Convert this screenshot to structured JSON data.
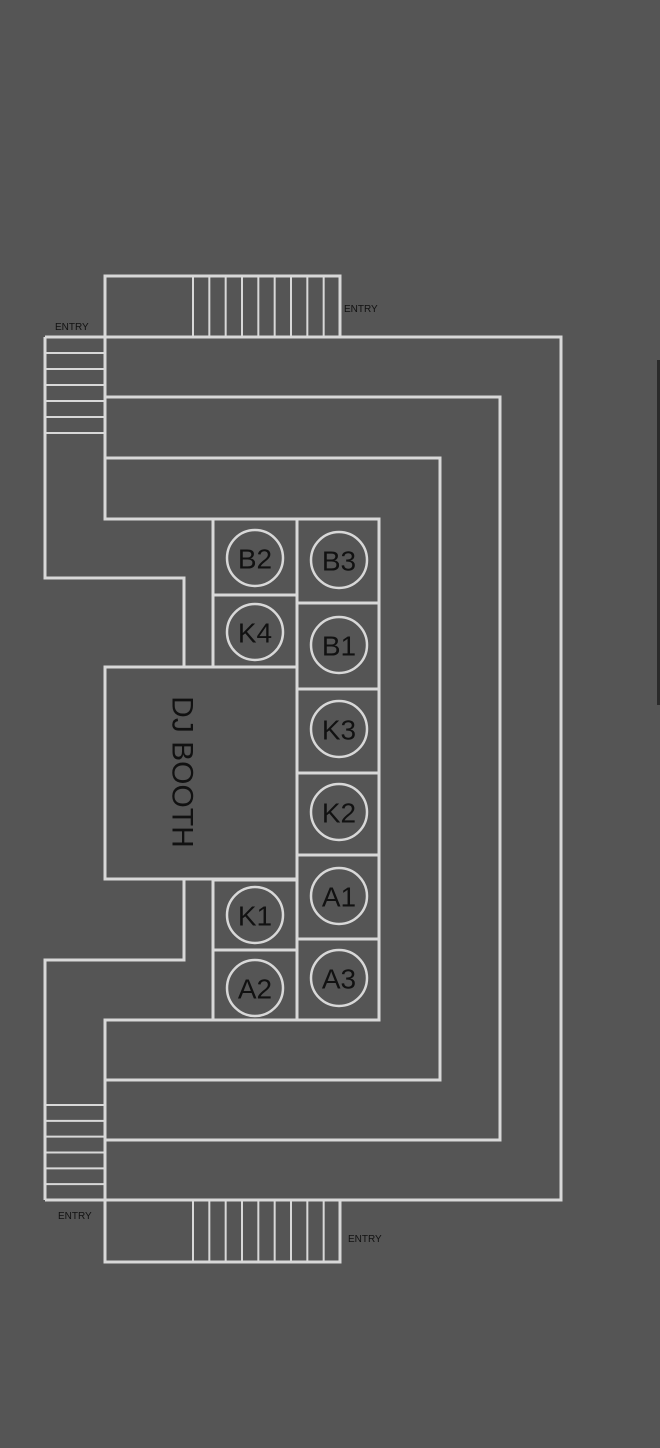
{
  "venue": {
    "booth_label": "DJ BOOTH",
    "entries": [
      {
        "id": "entry-top",
        "label": "ENTRY"
      },
      {
        "id": "entry-top-left",
        "label": "ENTRY"
      },
      {
        "id": "entry-bottom-left",
        "label": "ENTRY"
      },
      {
        "id": "entry-bottom",
        "label": "ENTRY"
      }
    ],
    "tables": [
      {
        "id": "B2",
        "label": "B2"
      },
      {
        "id": "K4",
        "label": "K4"
      },
      {
        "id": "K1",
        "label": "K1"
      },
      {
        "id": "A2",
        "label": "A2"
      },
      {
        "id": "B3",
        "label": "B3"
      },
      {
        "id": "B1",
        "label": "B1"
      },
      {
        "id": "K3",
        "label": "K3"
      },
      {
        "id": "K2",
        "label": "K2"
      },
      {
        "id": "A1",
        "label": "A1"
      },
      {
        "id": "A3",
        "label": "A3"
      }
    ]
  },
  "colors": {
    "background": "#555555",
    "lines": "#d8d8d8",
    "text": "#111111"
  }
}
